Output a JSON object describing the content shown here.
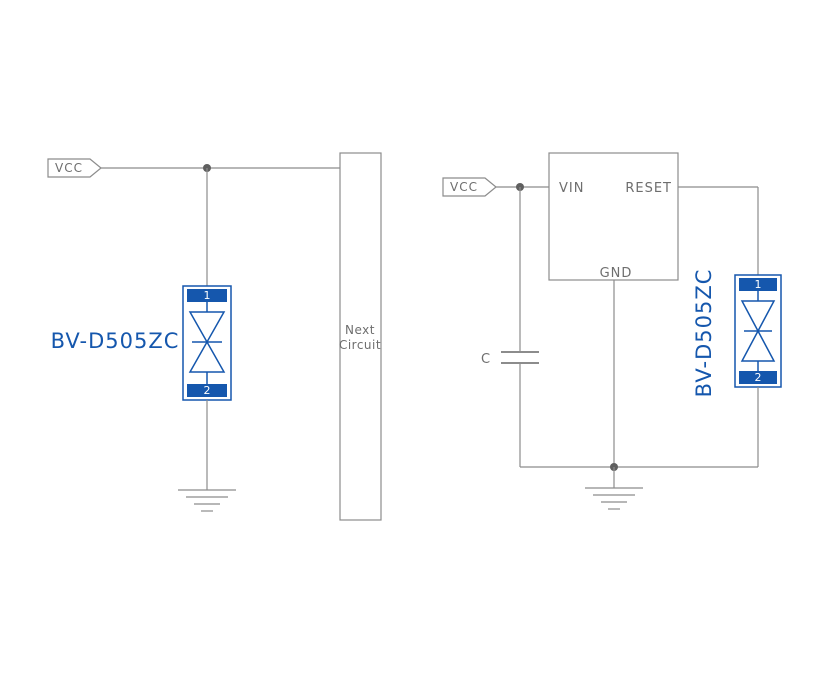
{
  "page": {
    "background": "#ffffff"
  },
  "colors": {
    "wire_gray": "#8c8c8c",
    "text_gray": "#6e6e6e",
    "component_blue": "#1557ad",
    "pin_text_white": "#ffffff"
  },
  "left_circuit": {
    "net_tag": "VCC",
    "part_label": "BV-D505ZC",
    "pin_top": "1",
    "pin_bottom": "2",
    "next_block_line1": "Next",
    "next_block_line2": "Circuit"
  },
  "right_circuit": {
    "net_tag": "VCC",
    "ic_pins": {
      "vin": "VIN",
      "reset": "RESET",
      "gnd": "GND"
    },
    "capacitor_label": "C",
    "part_label": "BV-D505ZC",
    "pin_top": "1",
    "pin_bottom": "2"
  }
}
